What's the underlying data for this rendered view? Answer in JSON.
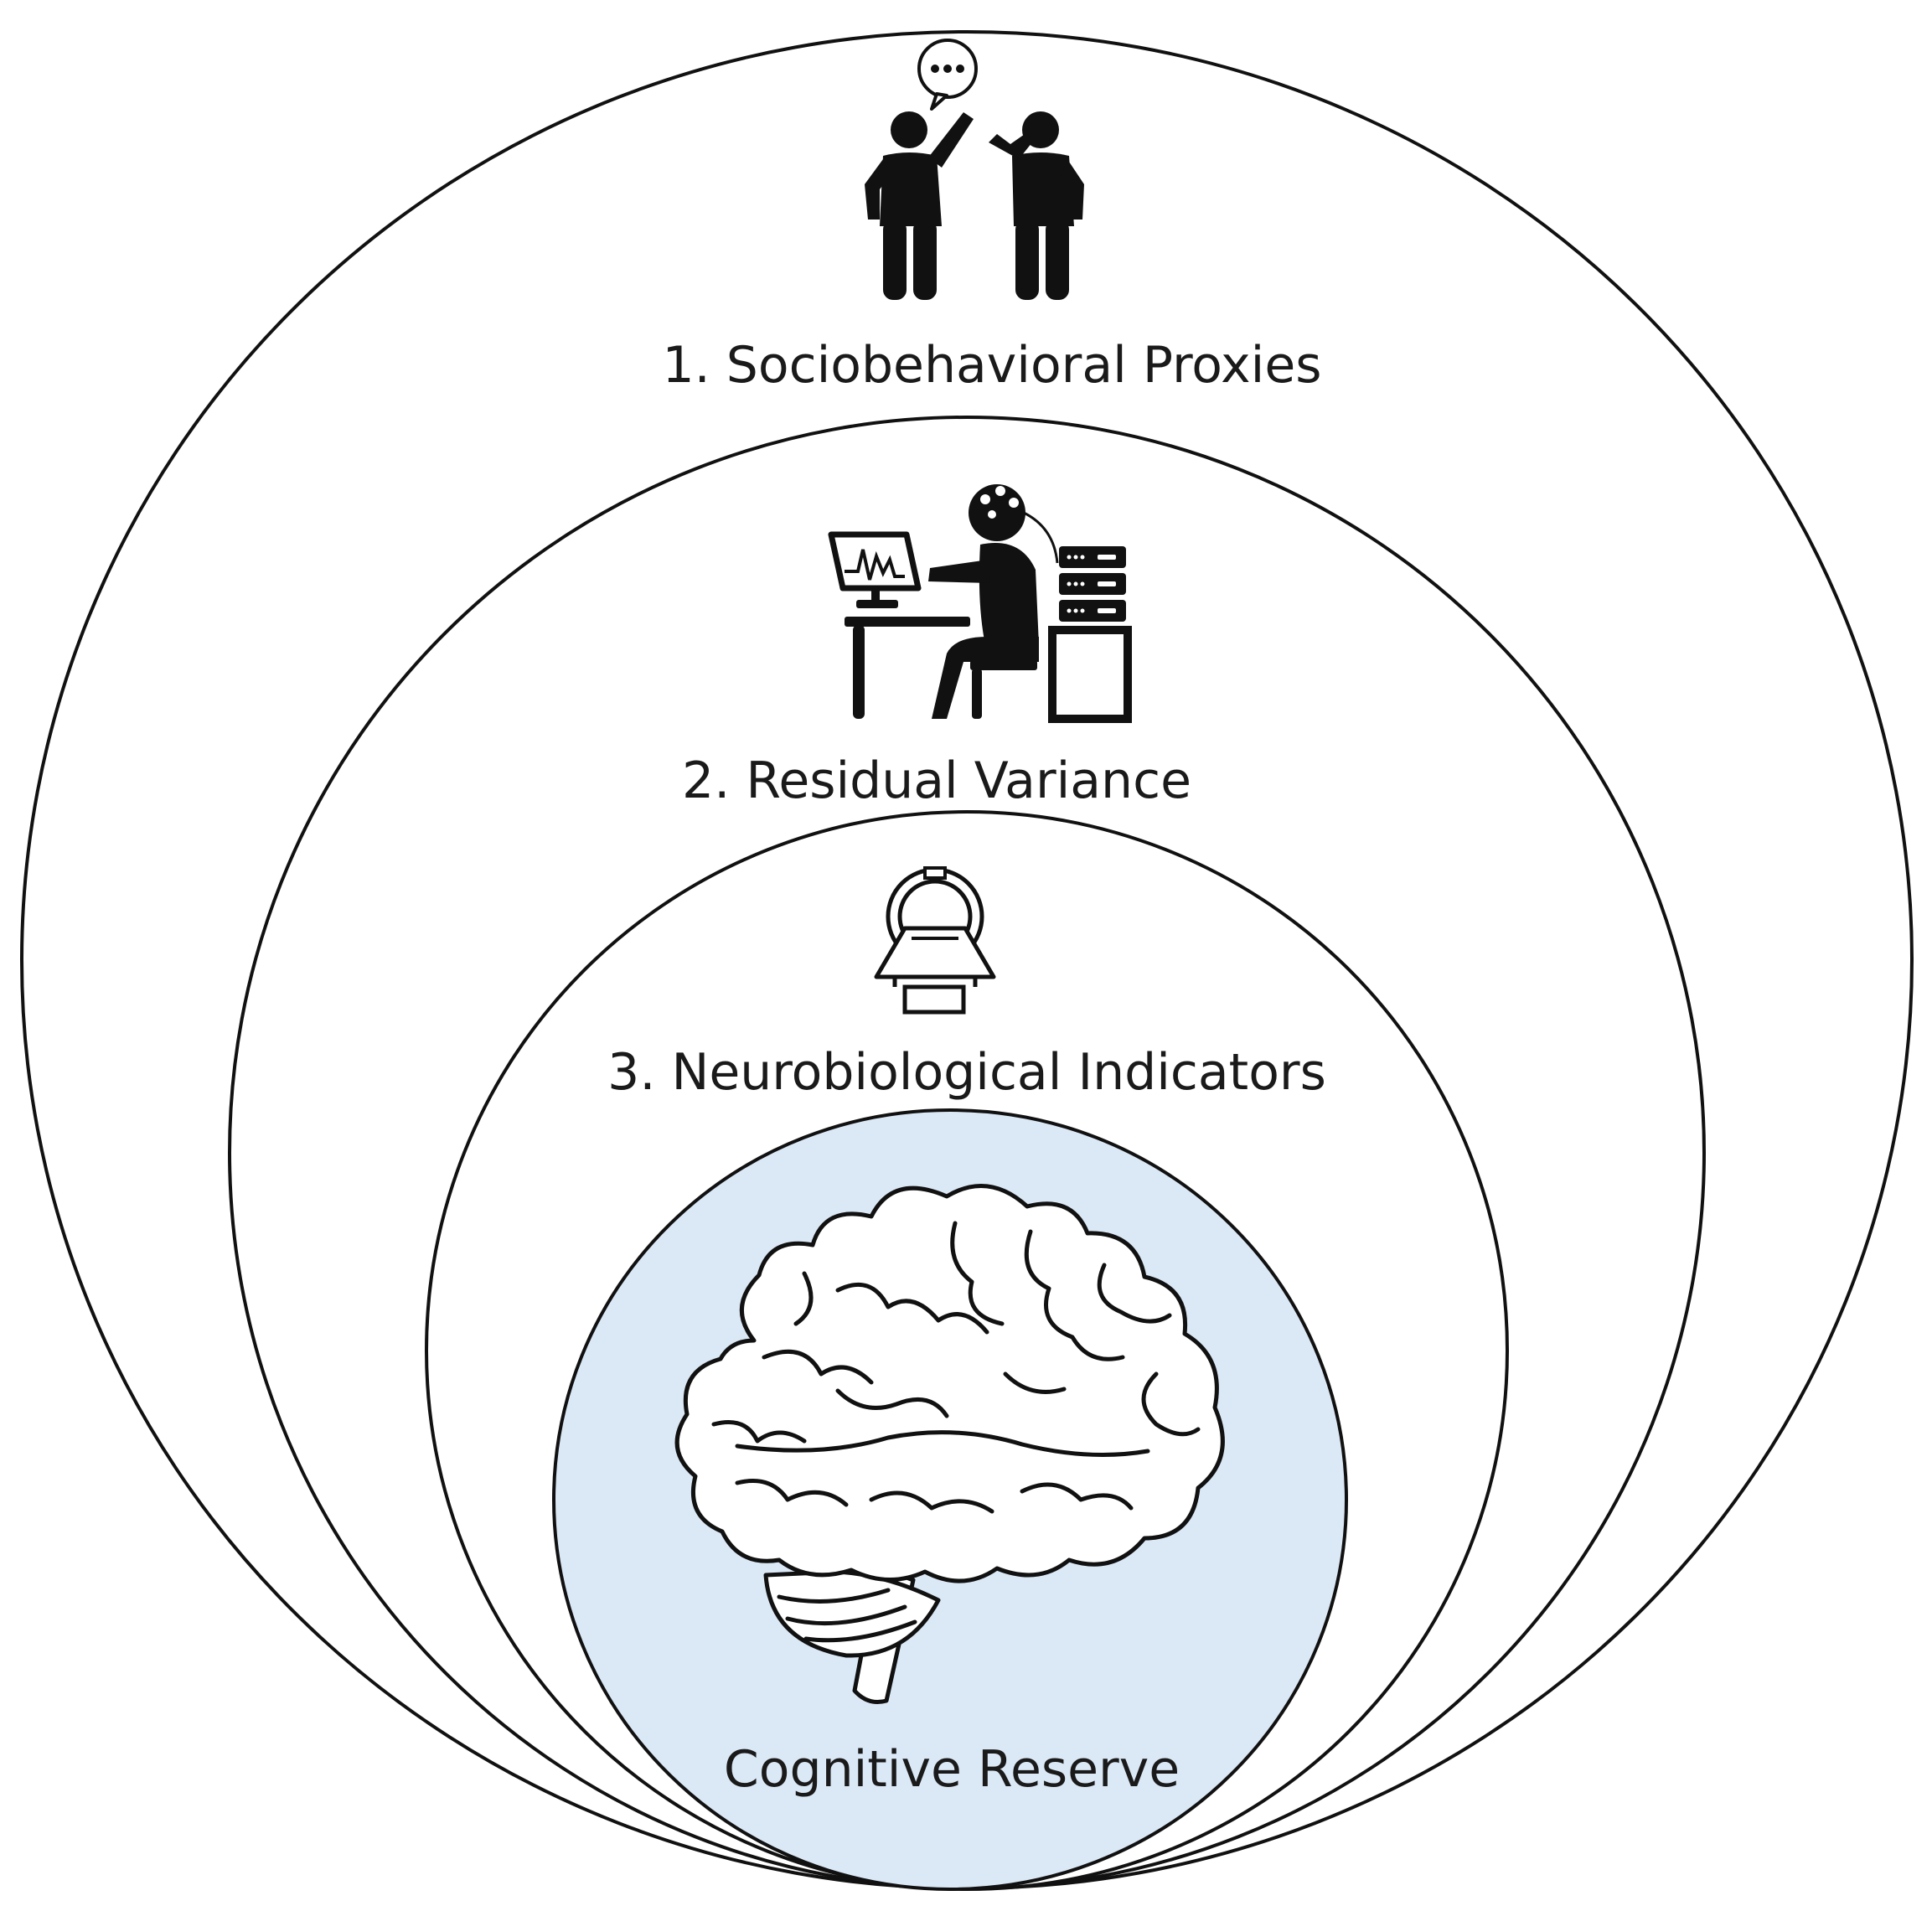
{
  "layers": [
    {
      "id": "sociobehavioral",
      "label": "1. Sociobehavioral Proxies",
      "icon": "people-talking-icon"
    },
    {
      "id": "residual",
      "label": "2. Residual Variance",
      "icon": "eeg-researcher-icon"
    },
    {
      "id": "neurobiological",
      "label": "3. Neurobiological Indicators",
      "icon": "mri-scanner-icon"
    },
    {
      "id": "core",
      "label": "Cognitive Reserve",
      "icon": "brain-icon"
    }
  ],
  "colors": {
    "ring_stroke": "#111111",
    "core_fill": "#dbe8f6",
    "background": "#ffffff"
  }
}
